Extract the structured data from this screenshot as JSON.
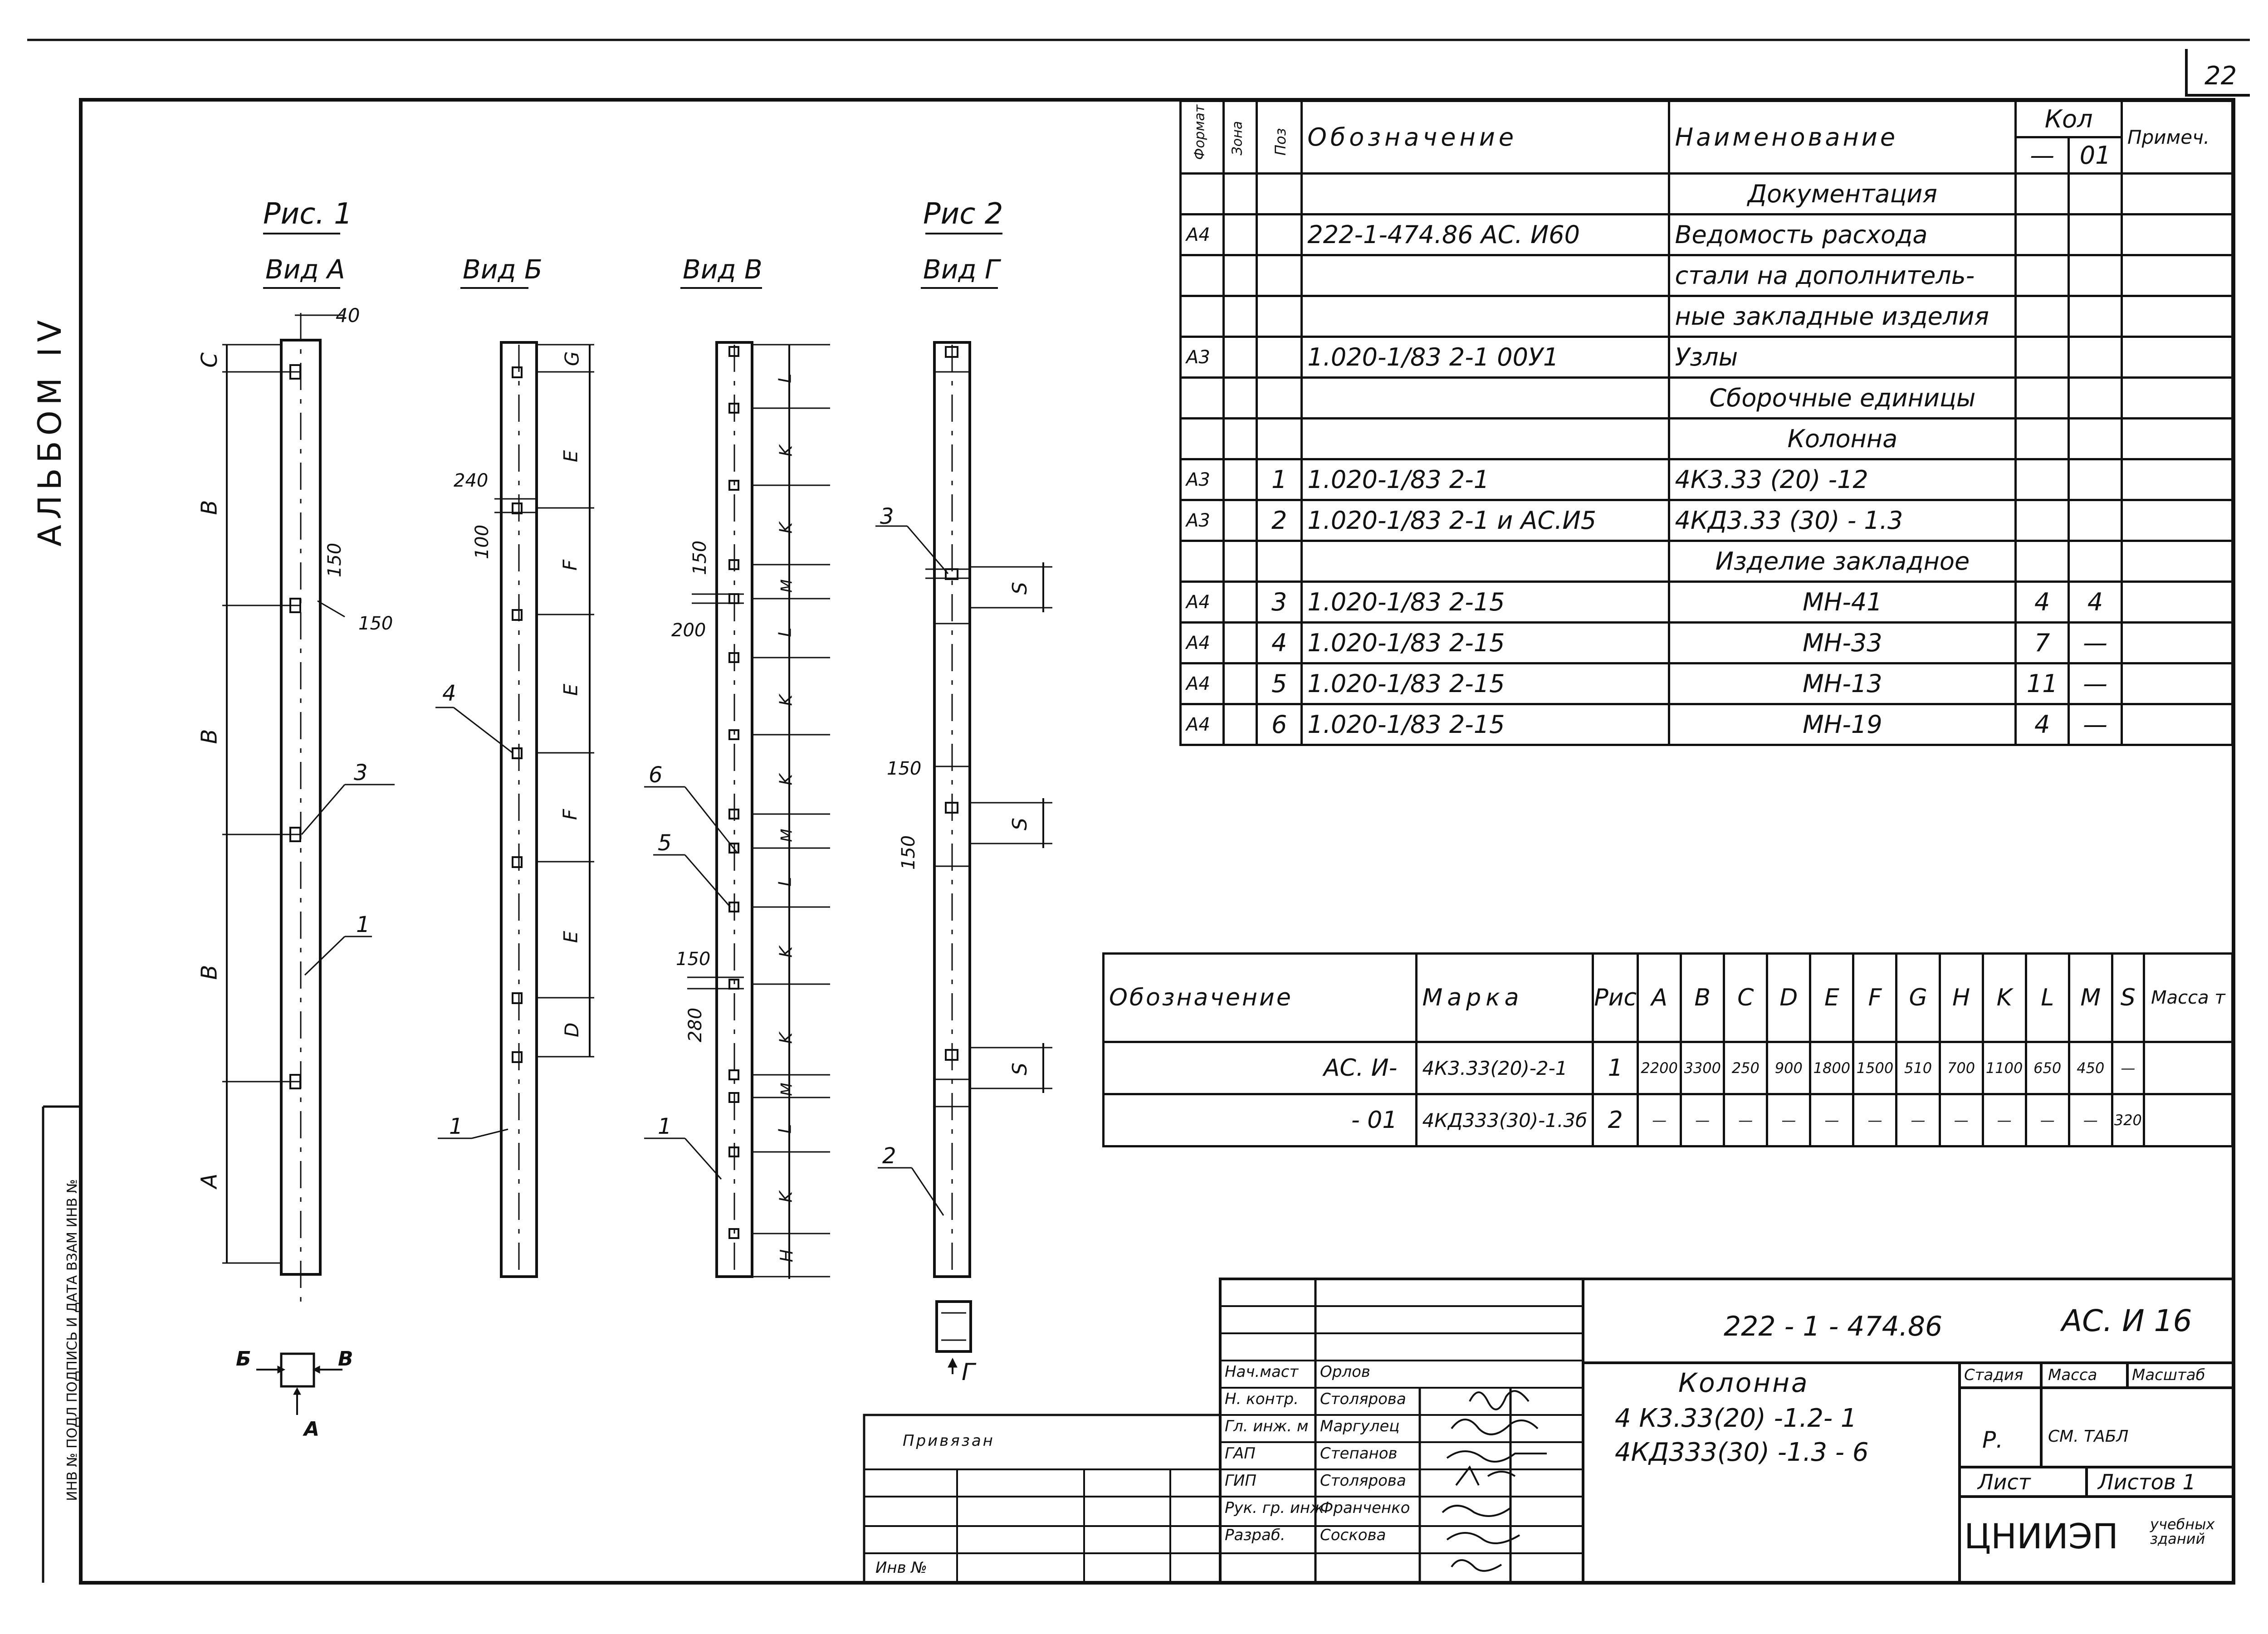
{
  "sheet": {
    "page_number": "22",
    "album": "АЛЬБОМ IV",
    "binder_stamp": "ИНВ № ПОДЛ ПОДПИСЬ И ДАТА ВЗАМ ИНВ №"
  },
  "drawing": {
    "fig1_title": "Рис. 1",
    "fig2_title": "Рис 2",
    "views": [
      "Вид А",
      "Вид Б",
      "Вид В",
      "Вид Г"
    ],
    "dims_view_a": [
      "C",
      "B",
      "B",
      "B",
      "A"
    ],
    "dims_view_b": [
      "G",
      "E",
      "F",
      "E",
      "F",
      "E",
      "D"
    ],
    "dims_view_v": [
      "L",
      "K",
      "K",
      "M",
      "L",
      "K",
      "K",
      "M",
      "L",
      "K",
      "K",
      "M",
      "L",
      "K",
      "H"
    ],
    "dims_view_g": [
      "S",
      "S",
      "S"
    ],
    "numbers": [
      "40",
      "150",
      "150",
      "240",
      "100",
      "150",
      "200",
      "150",
      "280",
      "150",
      "150"
    ],
    "positions": [
      "1",
      "1",
      "1",
      "2",
      "3",
      "3",
      "4",
      "5",
      "6"
    ],
    "key_labels": {
      "b": "Б",
      "v": "В",
      "a": "А",
      "g": "Г"
    }
  },
  "spec_table": {
    "headers": {
      "format": "Формат",
      "zone": "Зона",
      "pos": "Поз",
      "designation": "Обозначение",
      "name": "Наименование",
      "qty": "Кол",
      "qty_sub": [
        "—",
        "01"
      ],
      "note": "Примеч."
    },
    "rows": [
      {
        "format": "",
        "pos": "",
        "designation": "",
        "name": "Документация",
        "q1": "",
        "q2": ""
      },
      {
        "format": "А4",
        "pos": "",
        "designation": "222-1-474.86     АС. И60",
        "name": "Ведомость расхода",
        "q1": "",
        "q2": ""
      },
      {
        "format": "",
        "pos": "",
        "designation": "",
        "name": "стали на дополнитель-",
        "q1": "",
        "q2": ""
      },
      {
        "format": "",
        "pos": "",
        "designation": "",
        "name": "ные закладные изделия",
        "q1": "",
        "q2": ""
      },
      {
        "format": "А3",
        "pos": "",
        "designation": "1.020-1/83     2-1   00У1",
        "name": "Узлы",
        "q1": "",
        "q2": ""
      },
      {
        "format": "",
        "pos": "",
        "designation": "",
        "name": "Сборочные единицы",
        "q1": "",
        "q2": ""
      },
      {
        "format": "",
        "pos": "",
        "designation": "",
        "name": "Колонна",
        "q1": "",
        "q2": ""
      },
      {
        "format": "А3",
        "pos": "1",
        "designation": "1.020-1/83     2-1",
        "name": "4К3.33 (20) -12",
        "q1": "",
        "q2": ""
      },
      {
        "format": "А3",
        "pos": "2",
        "designation": "1.020-1/83     2-1 и АС.И5",
        "name": "4КД3.33 (30) - 1.3",
        "q1": "",
        "q2": ""
      },
      {
        "format": "",
        "pos": "",
        "designation": "",
        "name": "Изделие закладное",
        "q1": "",
        "q2": ""
      },
      {
        "format": "А4",
        "pos": "3",
        "designation": "1.020-1/83     2-15",
        "name": "МН-41",
        "q1": "4",
        "q2": "4"
      },
      {
        "format": "А4",
        "pos": "4",
        "designation": "1.020-1/83     2-15",
        "name": "МН-33",
        "q1": "7",
        "q2": "—"
      },
      {
        "format": "А4",
        "pos": "5",
        "designation": "1.020-1/83     2-15",
        "name": "МН-13",
        "q1": "11",
        "q2": "—"
      },
      {
        "format": "А4",
        "pos": "6",
        "designation": "1.020-1/83     2-15",
        "name": "МН-19",
        "q1": "4",
        "q2": "—"
      }
    ]
  },
  "dim_table": {
    "headers": [
      "Обозначение",
      "Марка",
      "Рис",
      "A",
      "B",
      "C",
      "D",
      "E",
      "F",
      "G",
      "H",
      "K",
      "L",
      "M",
      "S",
      "Масса т"
    ],
    "rows": [
      [
        "АС. И-",
        "4К3.33(20)-2-1",
        "1",
        "2200",
        "3300",
        "250",
        "900",
        "1800",
        "1500",
        "510",
        "700",
        "1100",
        "650",
        "450",
        "—",
        ""
      ],
      [
        "- 01",
        "4КД333(30)-1.3б",
        "2",
        "—",
        "—",
        "—",
        "—",
        "—",
        "—",
        "—",
        "—",
        "—",
        "—",
        "—",
        "320",
        ""
      ]
    ]
  },
  "title_block": {
    "doc_code": "222 - 1 - 474.86",
    "sheet_code": "АС. И 16",
    "title": "Колонна",
    "subtitle_1": "4 К3.33(20) -1.2- 1",
    "subtitle_2": "4КД333(30) -1.3 - 6",
    "stage_label": "Стадия",
    "mass_label": "Масса",
    "scale_label": "Масштаб",
    "stage_value": "Р.",
    "mass_value": "СМ. ТАБЛ",
    "sheet_label": "Лист",
    "sheets_label": "Листов 1",
    "org": "ЦНИИЭП",
    "org_sub": "учебных зданий",
    "roles": [
      {
        "role": "Нач.маст",
        "name": "Орлов"
      },
      {
        "role": "Н. контр.",
        "name": "Столярова"
      },
      {
        "role": "Гл. инж. м",
        "name": "Маргулец"
      },
      {
        "role": "ГАП",
        "name": "Степанов"
      },
      {
        "role": "ГИП",
        "name": "Столярова"
      },
      {
        "role": "Рук. гр. инж",
        "name": "Франченко"
      },
      {
        "role": "Разраб.",
        "name": "Соскова"
      }
    ],
    "bound_label": "Привязан",
    "inv_label": "Инв №"
  }
}
